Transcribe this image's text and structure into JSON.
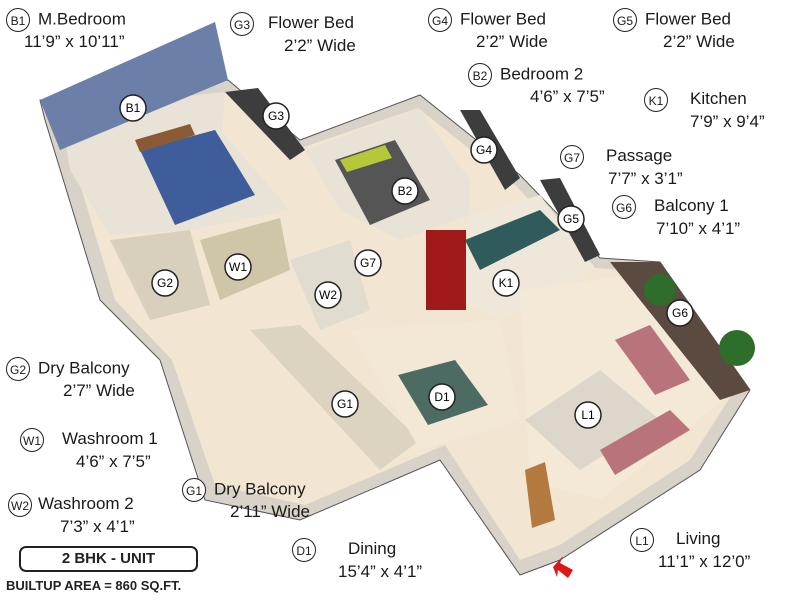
{
  "rooms": [
    {
      "code": "B1",
      "name": "M.Bedroom",
      "dims": "11’9” x 10’11”"
    },
    {
      "code": "G3",
      "name": "Flower Bed",
      "dims": "2’2” Wide"
    },
    {
      "code": "G4",
      "name": "Flower Bed",
      "dims": "2’2” Wide"
    },
    {
      "code": "G5",
      "name": "Flower Bed",
      "dims": "2’2” Wide"
    },
    {
      "code": "B2",
      "name": "Bedroom 2",
      "dims": "4’6” x 7’5”"
    },
    {
      "code": "K1",
      "name": "Kitchen",
      "dims": "7’9” x 9’4”"
    },
    {
      "code": "G7",
      "name": "Passage",
      "dims": "7’7” x 3’1”"
    },
    {
      "code": "G6",
      "name": "Balcony 1",
      "dims": "7’10” x 4’1”"
    },
    {
      "code": "G2",
      "name": "Dry Balcony",
      "dims": "2’7” Wide"
    },
    {
      "code": "W1",
      "name": "Washroom 1",
      "dims": "4’6” x 7’5”"
    },
    {
      "code": "W2",
      "name": "Washroom 2",
      "dims": "7’3” x 4’1”"
    },
    {
      "code": "G1",
      "name": "Dry Balcony",
      "dims": "2’11” Wide"
    },
    {
      "code": "D1",
      "name": "Dining",
      "dims": "15’4” x 4’1”"
    },
    {
      "code": "L1",
      "name": "Living",
      "dims": "11’1” x 12’0”"
    }
  ],
  "unit_label": "2 BHK - UNIT",
  "builtup_area": "BUILTUP AREA = 860 SQ.FT."
}
